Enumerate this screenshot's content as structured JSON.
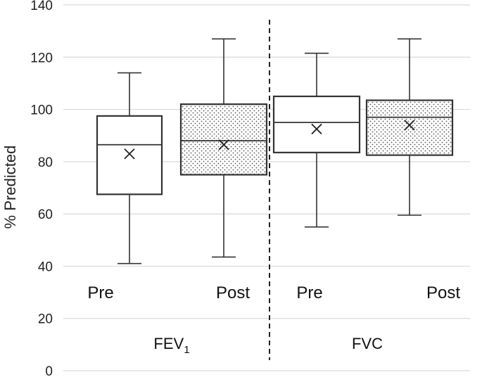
{
  "chart_data": {
    "type": "box",
    "ylabel": "% Predicted",
    "ylim": [
      0,
      140
    ],
    "yticks": [
      0,
      20,
      40,
      60,
      80,
      100,
      120,
      140
    ],
    "grid": true,
    "groups": [
      {
        "label_main": "FEV",
        "label_sub": "1"
      },
      {
        "label_main": "FVC",
        "label_sub": ""
      }
    ],
    "boxes": [
      {
        "group": 0,
        "label": "Pre",
        "pattern": "plain",
        "min": 41,
        "q1": 67.5,
        "median": 86.5,
        "q3": 97.5,
        "max": 114,
        "mean": 83
      },
      {
        "group": 0,
        "label": "Post",
        "pattern": "dotted",
        "min": 43.5,
        "q1": 75,
        "median": 88,
        "q3": 102,
        "max": 127,
        "mean": 86.5
      },
      {
        "group": 1,
        "label": "Pre",
        "pattern": "plain",
        "min": 55,
        "q1": 83.5,
        "median": 95,
        "q3": 105,
        "max": 121.5,
        "mean": 92.5
      },
      {
        "group": 1,
        "label": "Post",
        "pattern": "dotted",
        "min": 59.5,
        "q1": 82.5,
        "median": 97,
        "q3": 103.5,
        "max": 127,
        "mean": 94
      }
    ]
  }
}
